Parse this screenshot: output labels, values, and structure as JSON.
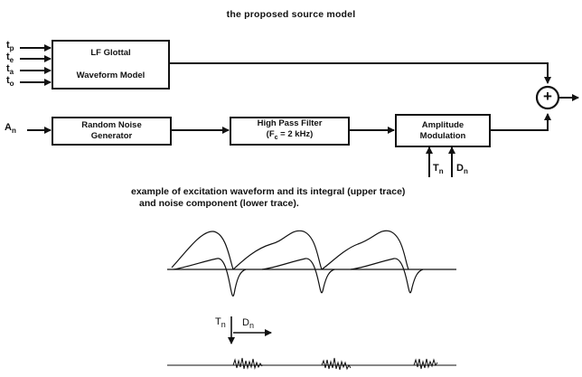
{
  "title": "the proposed source model",
  "inputs": {
    "tp": "t",
    "tp_sub": "p",
    "te": "t",
    "te_sub": "e",
    "ta": "t",
    "ta_sub": "a",
    "to": "t",
    "to_sub": "o",
    "an": "A",
    "an_sub": "n"
  },
  "blocks": {
    "lf_line1": "LF Glottal",
    "lf_line2": "Waveform Model",
    "noise_line1": "Random Noise",
    "noise_line2": "Generator",
    "hp_line1": "High Pass Filter",
    "hp_line2_pre": "(F",
    "hp_line2_sub": "c",
    "hp_line2_post": " = 2 kHz)",
    "am_line1": "Amplitude",
    "am_line2": "Modulation"
  },
  "mod_inputs": {
    "tn": "T",
    "tn_sub": "n",
    "dn": "D",
    "dn_sub": "n"
  },
  "sum_symbol": "+",
  "caption": {
    "line1": "example of excitation waveform and its integral (upper trace)",
    "line2": "and noise component (lower trace)."
  },
  "waveform_labels": {
    "t": "T",
    "t_sub": "n",
    "d": "D",
    "d_sub": "n"
  }
}
